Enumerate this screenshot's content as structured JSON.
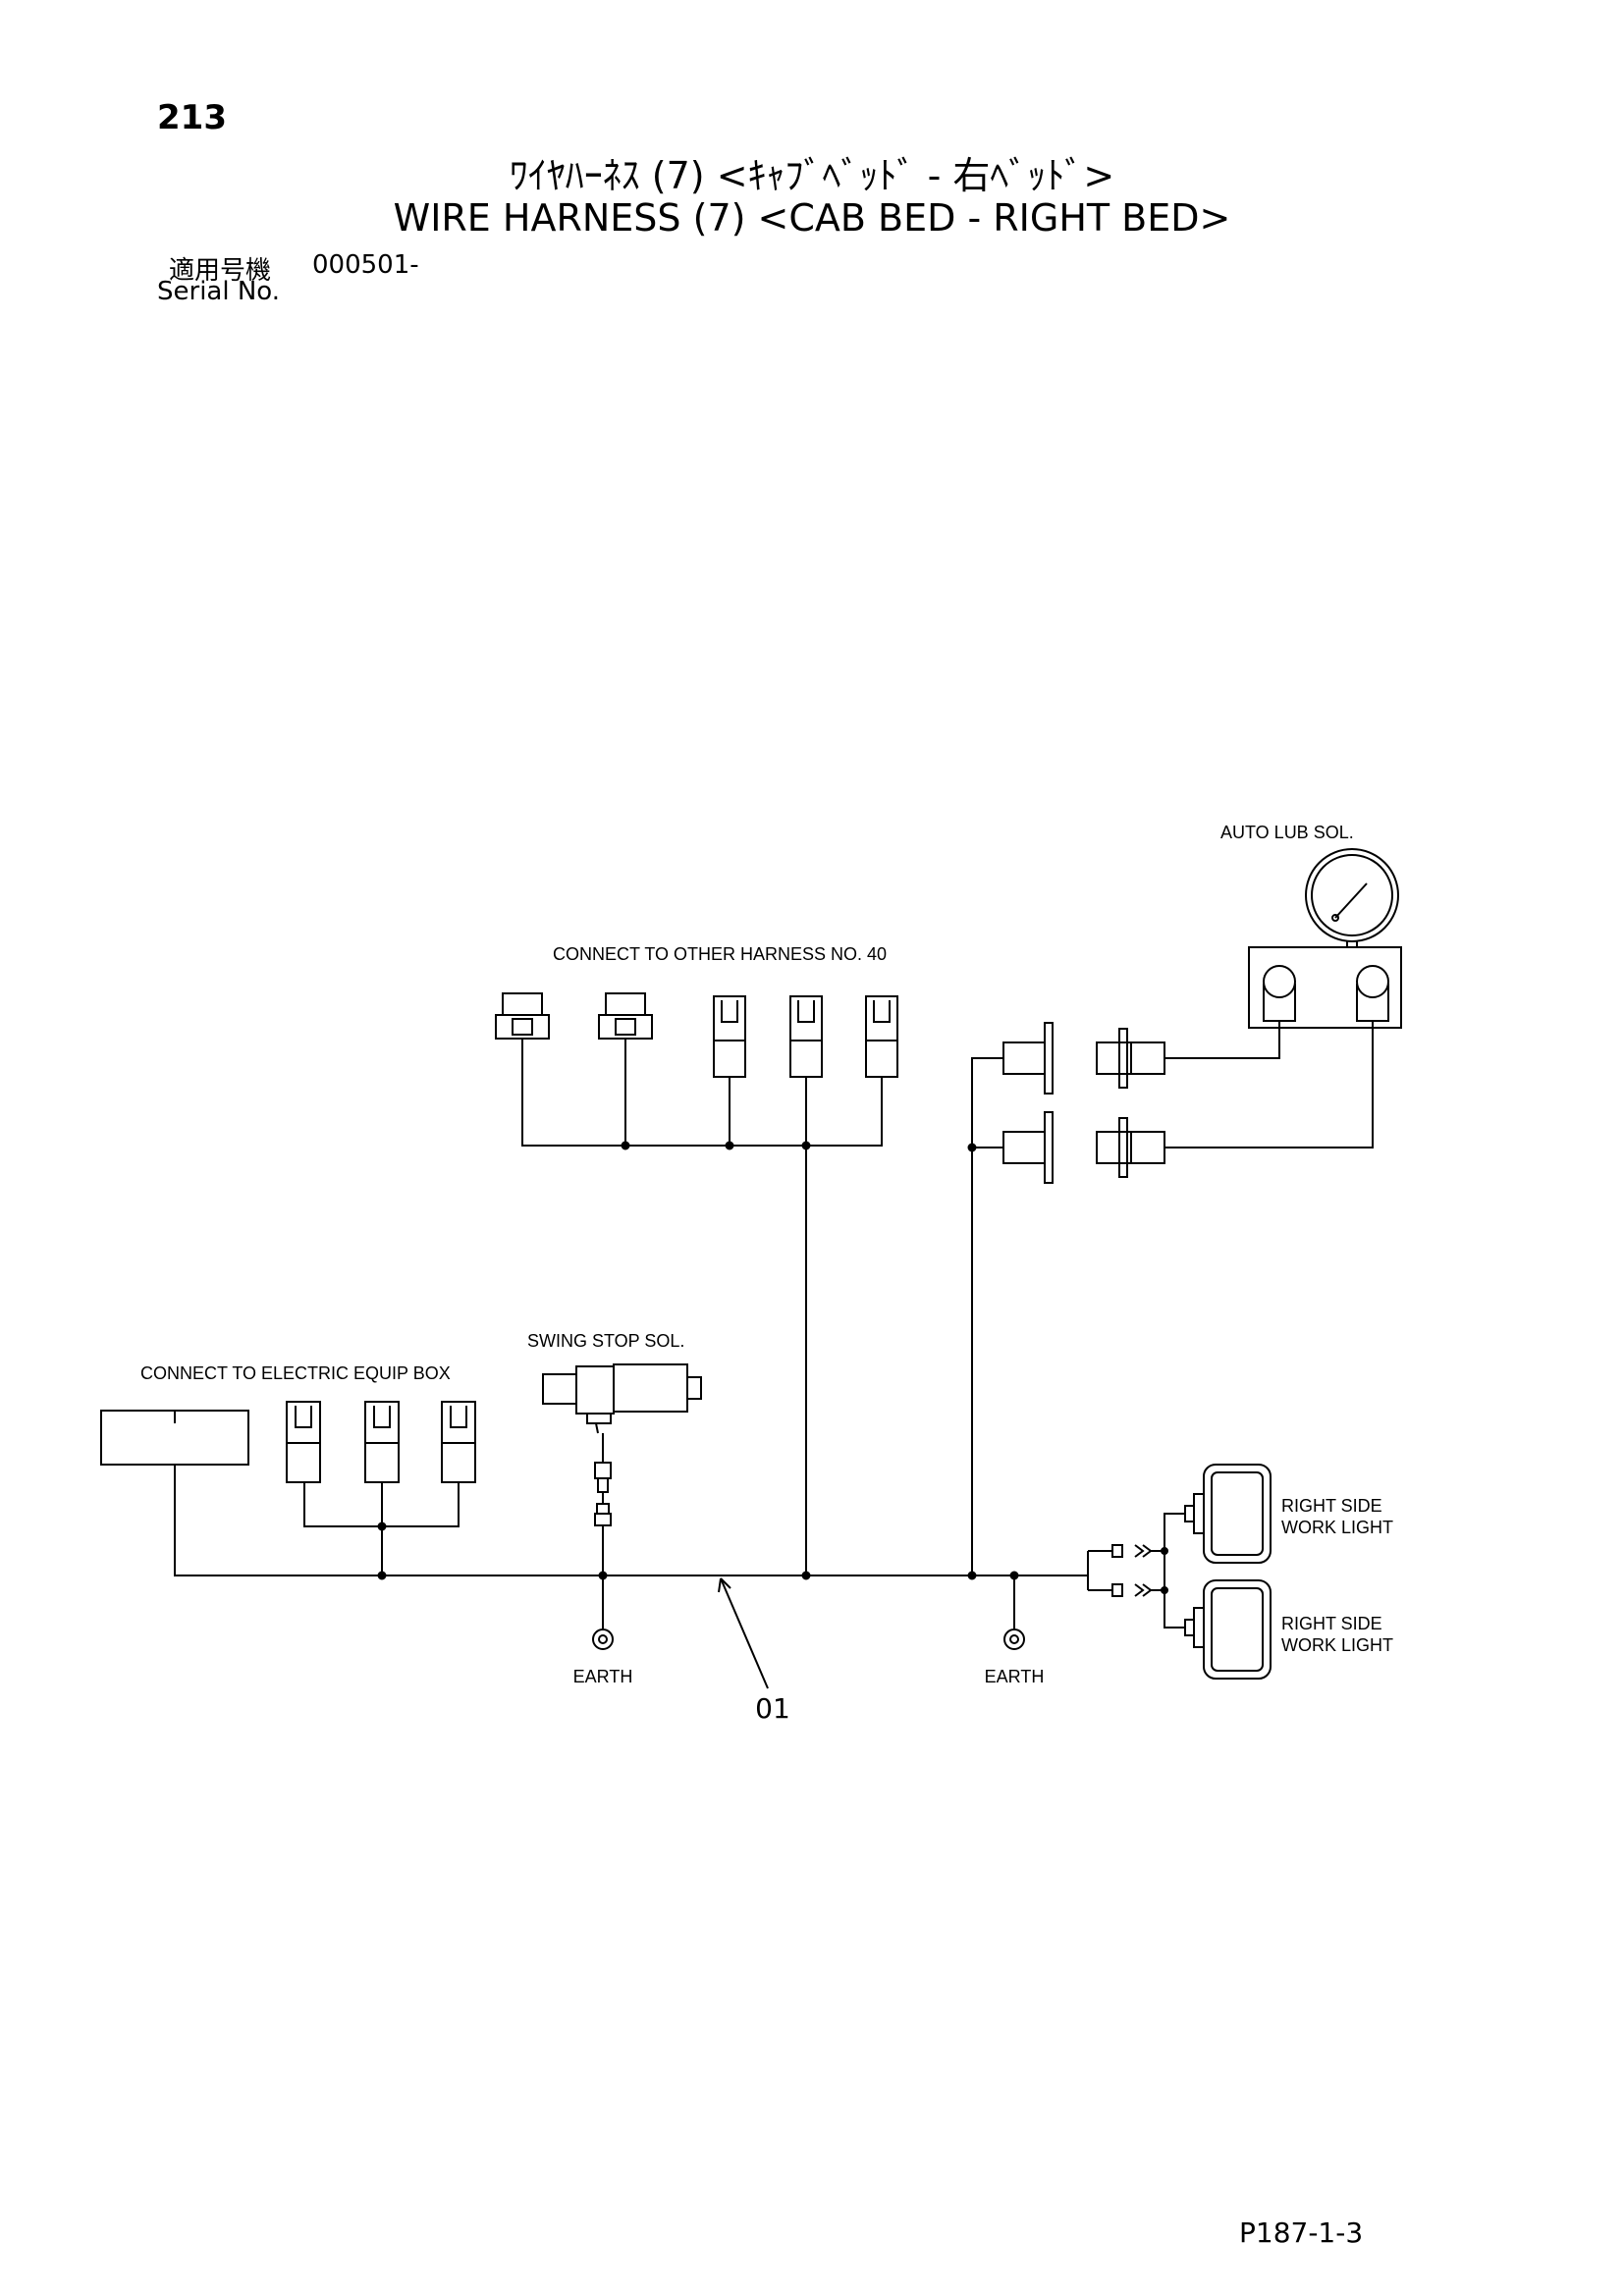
{
  "header": {
    "page_number": "213",
    "title_jp": "ﾜｲﾔﾊｰﾈｽ (7) <ｷｬﾌﾞﾍﾞｯﾄﾞ - 右ﾍﾞｯﾄﾞ>",
    "title_en": "WIRE HARNESS (7) <CAB BED - RIGHT BED>",
    "serial_label_jp": "適用号機",
    "serial_value": "000501-",
    "serial_label_en": "Serial No."
  },
  "diagram": {
    "labels": {
      "auto_lub_sol": "AUTO LUB SOL.",
      "connect_other_harness": "CONNECT TO OTHER HARNESS NO. 40",
      "swing_stop_sol": "SWING STOP SOL.",
      "connect_electric_equip_box": "CONNECT TO ELECTRIC EQUIP BOX",
      "earth_left": "EARTH",
      "earth_right": "EARTH",
      "right_side_1": "RIGHT SIDE",
      "work_light_1": "WORK LIGHT",
      "right_side_2": "RIGHT SIDE",
      "work_light_2": "WORK LIGHT"
    },
    "part_callouts": [
      "01"
    ]
  },
  "footer": {
    "page_ref": "P187-1-3"
  }
}
